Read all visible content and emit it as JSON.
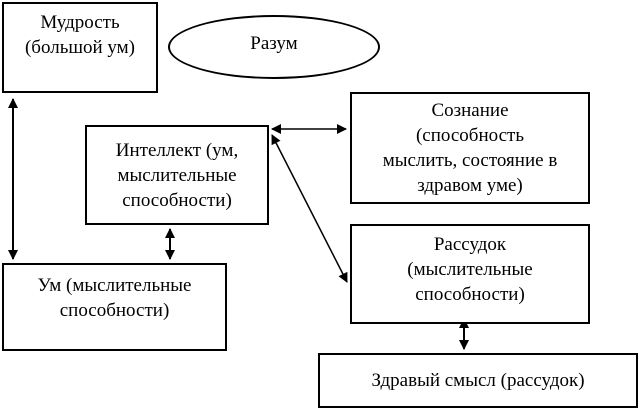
{
  "nodes": {
    "wisdom": "Мудрость\n(большой ум)",
    "razum": "Разум",
    "intellect": "Интеллект (ум,\nмыслительные\nспособности)",
    "mind": "Ум (мыслительные\nспособности)",
    "consciousness": "Сознание\n(способность\nмыслить, состояние в\nздравом уме)",
    "reason": "Рассудок\n(мыслительные\nспособности)",
    "common_sense": "Здравый смысл (рассудок)"
  }
}
